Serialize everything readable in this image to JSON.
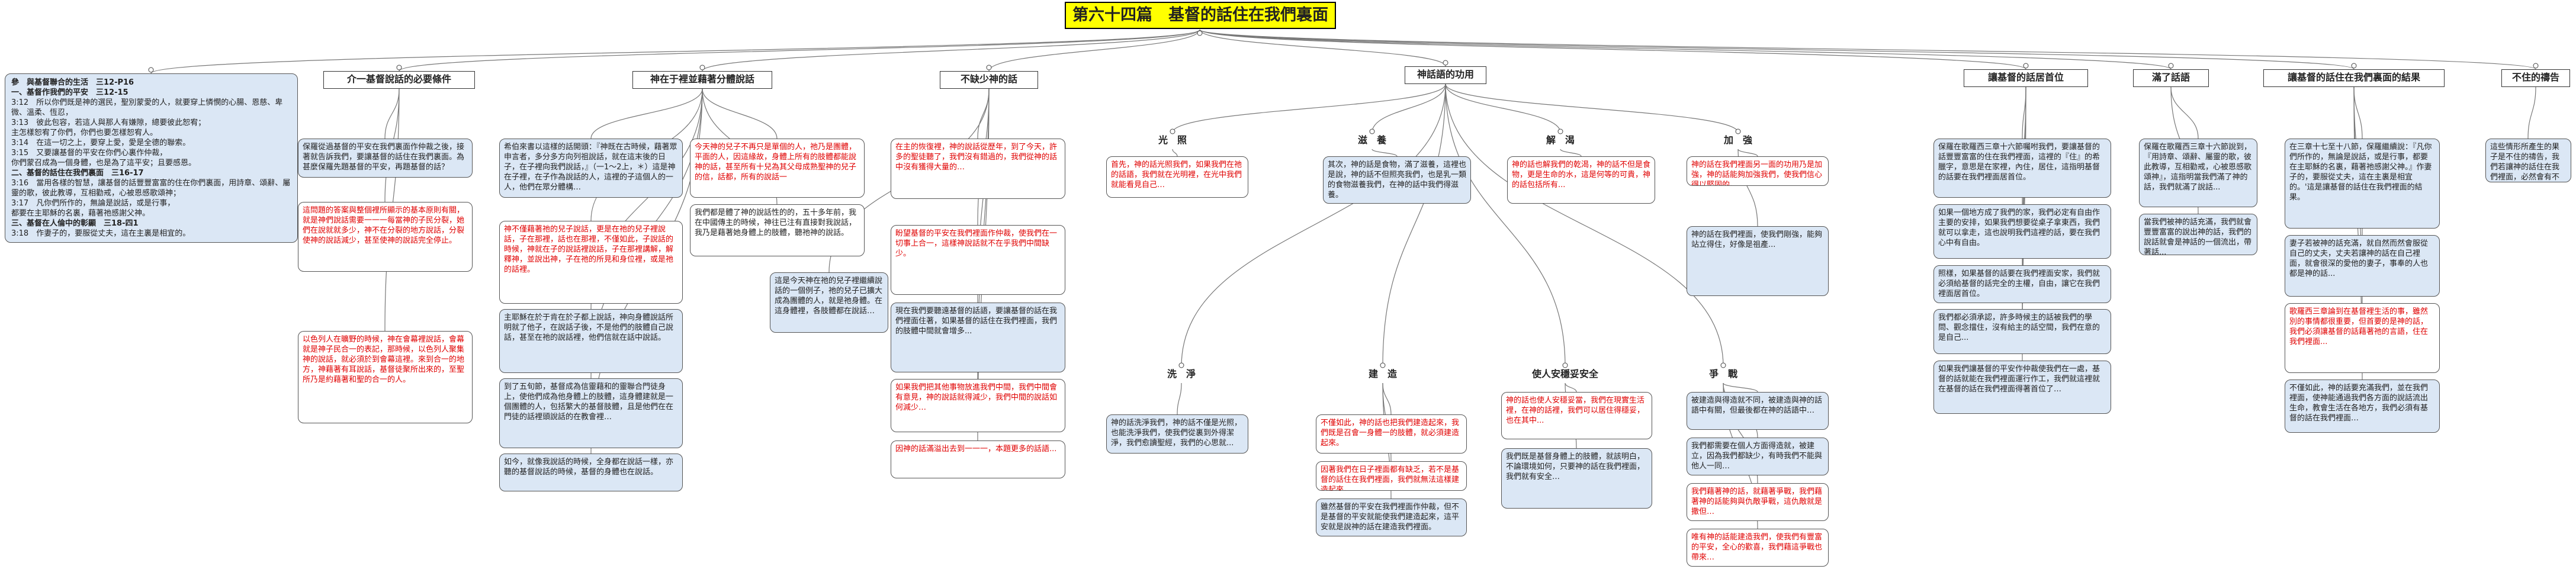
{
  "title": "第六十四篇　基督的話住在我們裏面",
  "outline": [
    {
      "text": "參　與基督聯合的生活　三12-P16",
      "bold": true
    },
    {
      "text": "一、基督作我們的平安　三12-15",
      "bold": true
    },
    {
      "text": "3:12　所以你們既是神的選民，聖別蒙愛的人，就要穿上憐憫的心腸、恩慈、卑微、溫柔、恆忍，",
      "bold": false
    },
    {
      "text": "3:13　彼此包容，若這人與那人有嫌隙，總要彼此恕宥；",
      "bold": false
    },
    {
      "text": "主怎樣恕宥了你們，你們也要怎樣恕宥人。",
      "bold": false
    },
    {
      "text": "3:14　在這一切之上，要穿上愛，愛是全德的聯索。",
      "bold": false
    },
    {
      "text": "3:15　又要讓基督的平安在你們心裏作仲裁，",
      "bold": false
    },
    {
      "text": "你們蒙召成為一個身體，也是為了這平安；且要感恩。",
      "bold": false
    },
    {
      "text": "二、基督的話住在我們裏面　三16-17",
      "bold": true
    },
    {
      "text": "3:16　當用各樣的智慧，讓基督的話豐豐富富的住在你們裏面，用詩章、頌辭、屬靈的歌，彼此教導，互相勸戒，心被恩感歌頌神；",
      "bold": false
    },
    {
      "text": "3:17　凡你們所作的，無論是說話，或是行事，",
      "bold": false
    },
    {
      "text": "都要在主耶穌的名裏，藉著祂感謝父神。",
      "bold": false
    },
    {
      "text": "三、基督在人倫中的彰顯　三18-四1",
      "bold": true
    },
    {
      "text": "3:18　作妻子的，要服從丈夫，這在主裏是相宜的。",
      "bold": false
    }
  ],
  "sections": {
    "s1": "介一基督說話的必要條件",
    "s2": "神在于裡並藉著分體說話",
    "s3": "不缺少神的話",
    "s4": "神話語的功用",
    "s5": "讓基督的話居首位",
    "s6": "滿了話語",
    "s7": "讓基督的話住在我們裏面的結果",
    "s8": "不住的禱告"
  },
  "subs": {
    "light": "光　照",
    "nourish": "滋　養",
    "quench": "解　渴",
    "strength": "加　強",
    "wash": "洗　淨",
    "build": "建　造",
    "peace": "使人安穩妥安全",
    "fight": "爭　戰"
  },
  "texts": {
    "c1a": "保羅從過基督的平安在我們裏面作仲裁之後，接著就告訴我們，要讓基督的話住在我們裏面。為甚麼保羅先題基督的平安，再題基督的話？",
    "c1b": "這問題的答案與整個裡所顯示的基本原則有關，就是神們說話需要一一一每當神的子民分裂，她們在說就就多少，神不在分裂的地方說話，分裂使神的說話減少，甚至使神的說話完全停止。",
    "c1c": "以色列人在曠野的時候，神在會幕裡說話，會幕就是神子民合一的表記，那時候，以色列人聚集神的說話，就必須於到會幕這裡。來到合一的地方，神藉著有耳說話，基督徒聚所出來的，至聖所乃是約藉著和聖的合一的人。",
    "c2a": "希伯來書以這樣的話開頭：『神既在古時候，藉著眾申言者，多分多方向列祖說話，就在這末後的日子，在子裡向我們說話，』（一1～2上，＊）這是神在子裡，在子作為說話的人，這裡的子這個人的一人，他們在眾分體構…",
    "c2b": "今天神的兒子不再只是單個的人，祂乃是團體，平面的人，因這緣故，身體上所有的肢體都能說神的話，甚至所有十兒為其父母成熟聖神的兒子的信，話都，所有的說話一",
    "c2c": "神不僅藉著祂的兒子說話，更是在祂的兒子裡說話，子在那裡，話也在那裡，不僅如此，子說話的時候，神就在子的說話裡說話，子在那裡講解，解釋神，並說出神，子在祂的所見和身位裡，或是祂的話裡。",
    "c2d": "主耶穌在於于肯在於子都上說話，神向身體說話所明就了他子，在說話子後，不是他們的肢體自己說話，甚至在祂的說話裡，他們信就在話中說話。",
    "c2e": "我們都是體了神的說話性的的，五十多年前，我在中國傳主的時候，神往已注有直接對我說話，我乃是藉著她身體上的肢體，聽祂神的說話。",
    "c2f": "到了五旬節，基督成為信靈藉和的靈聯合門徒身上，使他們成為他身體上的肢體，這身體建就是一個團體的人，包括繁大的基督肢體，且是他們在在門徒的話裡頭說話的在教會裡…",
    "c2g": "如今，就像我說話的時候，全身都在說話一樣，亦聽的基督說話的時候，基督的身體也在說話。",
    "c3a": "在主的恢復裡，神的說話從歷年，到了今天，許多的聖徒聽了，我們沒有錯過的，我們從神的話中沒有獲得大量的…",
    "c3b": "這是今天神在祂的兒子裡繼續說話的一個例子，祂的兒子已擴大成為團體的人，就是祂身體。在這身體裡，各肢體都在說話…",
    "c3c": "盼望基督的平安在我們裡面作仲裁，使我們在一切事上合一，這樣神說話就不在乎我們中間缺少。",
    "c3d": "如果我們把其他事物放進我們中間，我們中間會有意見，神的說話就得減少，我們中間的說話如何減少…",
    "c3e": "現在我們要聽遠基督的話語，要讓基督的話在我們裡面住著，如果基督的話住在我們裡面，我們的肢體中間就會增多...",
    "c3f": "因神的話滿溢出去到一一一，本題更多的話語...",
    "c4a": "首先，神的話光照我們，如果我們在祂的話語，我們就在光明裡，在光中我們就能看見自己…",
    "c4b": "其次，神的話是食物，滿了滋養，這裡也是說，神的話不但照亮我們，也是乳一類的食物滋養我們，在神的話中我們得滋養。",
    "c4c": "神的話也解我們的乾渴，神的話不但是食物，更是生命的水，這是何等的可貴，神的話包括所有...",
    "c4d": "神的話在我們裡面另一面的功用乃是加強，神的話能夠加強我們，使我們信心得以堅固的。",
    "c4e": "神的話在我們裡面，使我們剛強，能夠站立得住，好像是祖產...",
    "c4f": "神的話洗淨我們，神的話不僅是光照，也能洗淨我們，使我們從裏到外得潔淨，我們愈讀聖經，我們的心思就...",
    "c4g": "不僅如此，神的話也把我們建造起來，我們既是召會一身體一的肢體，就必須建造起來。",
    "c4h": "因著我們在日子裡面都有缺乏，若不是基督的話住在我們裡面，我們就無法這樣建造起來。",
    "c4i": "雖然基督的平安在我們裡面作仲裁，但不是基督的平安就能使我們建造起來，這平安就是說神的話在建造我們裡面。",
    "c4j": "神的話也使人安穩妥當，我們在現實生活裡，在神的話裡，我們可以居住得穩妥，也在其中...",
    "c4k": "我們既是基督身體上的肢體，就該明白，不論環境如何，只要神的話在我們裡面，我們就有安全…",
    "c4l": "被建造與得造就不同，被建造與神的話語中有關，但最後都在神的話語中…",
    "c4m": "我們都需要在個人方面得造就，被建立，因為我們都缺少，有時我們不能與他人一同…",
    "c4n": "我們藉著神的話，就藉著爭戰，我們藉著神的話能夠與仇敵爭戰，這仇敵就是撒但…",
    "c4o": "唯有神的話能建造我們，使我們有豐富的平安，全心的歡喜，我們藉這爭戰也帶來…",
    "c5a": "保羅在歌羅西三章十六節囑咐我們，要讓基督的話豐豐富富的住在我們裡面，這裡的『住』的希臘字，意思是在家裡，內住，居住，這指明基督的話要在我們裡面居首位。",
    "c5b": "如果一個地方成了我們的家，我們必定有自由作主要的安排，如果我們想要從桌子拿東西，我們就可以拿走，這也說明我們這裡的話，要在我們心中有自由。",
    "c5c": "照樣，如果基督的話要在我們裡面安家，我們就必須給基督的話完全的主權，自由，讓它在我們裡面居首位。",
    "c5d": "我們都必須承認，許多時候主的話被我們的學問、觀念擋住，沒有給主的話空間，我們在意的是自己...",
    "c5e": "如果我們讓基督的平安作仲裁使我們在一處，基督的話就能在我們裡面運行作工，我們就這裡就在基督的話在我們裡面得著首位了…",
    "c6a": "保羅在歌羅西三章十六節說到，『用詩章、頌辭、屬靈的歌，彼此教導，互相勸戒，心被恩感歌頌神』，這指明當我們滿了神的話，我們就滿了說話...",
    "c6b": "當我們被神的話充滿，我們就會豐豐富富的說出神的話，我們的說話就會是神話的一個流出，帶著話...",
    "c7a": "在三章十七至十八節，保羅繼續說：『凡你們所作的，無論是說話，或是行事，都要在主耶穌的名裏，藉著祂感謝父神。』作妻子的，要服從丈夫，這在主裏是相宜的。'這是讓基督的話住在我們裡面的結果。",
    "c7b": "妻子若被神的話充滿，就自然而然會服從自己的丈夫，丈夫若讓神的話在自己裡面，就會很深的愛他的妻子，事奉的人也都是神的話...",
    "c7c": "歌羅西三章論到在基督裡生活的事，雖然別的事情都很重要，但首要的是神的話，我們必須讓基督的話藉著祂的言語，住在我們裡面...",
    "c7d": "不僅如此，神的話要充滿我們，並在我們裡面，使神能通過我們各方面的說話流出生命，教會生活在各地方，我們必須有基督的話在我們裡面…",
    "c8a": "這些情形所產生的果子是不住的禱告，我們若讓神的話住在我們裡面，必然會有不住的禱告。"
  }
}
